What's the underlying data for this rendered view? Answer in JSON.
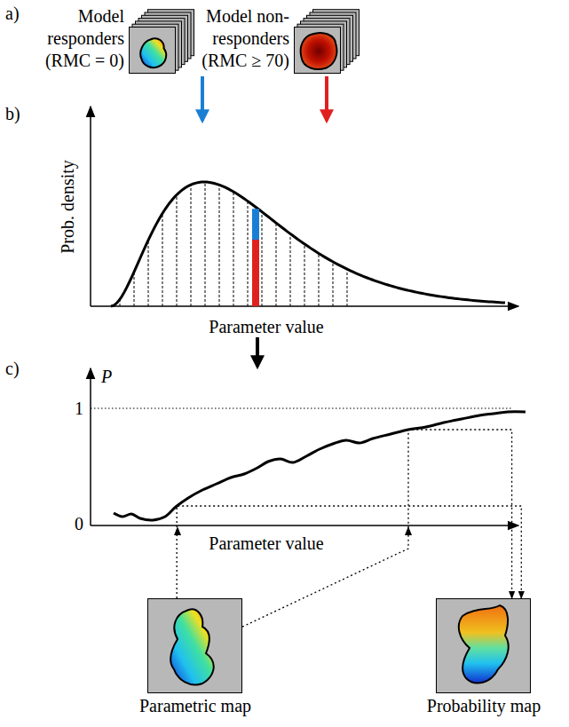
{
  "diagram": {
    "nodes": [
      {
        "text": [
          "Model responders (RMC = 0)"
        ]
      },
      {
        "text": [
          "Model non-responders (RMC ≥ 70)"
        ]
      },
      {
        "text": [
          "Parametric map"
        ]
      },
      {
        "text": [
          "Probability map"
        ]
      }
    ],
    "edges": [
      {
        "from": 2,
        "to": 3,
        "arrow": "to"
      },
      {
        "from": 2,
        "to": 3,
        "arrow": "to"
      }
    ],
    "labels": [
      "a)",
      "b)",
      "c)",
      "Prob. density",
      "Parameter value",
      "P",
      "1",
      "0",
      "Parameter value"
    ]
  }
}
